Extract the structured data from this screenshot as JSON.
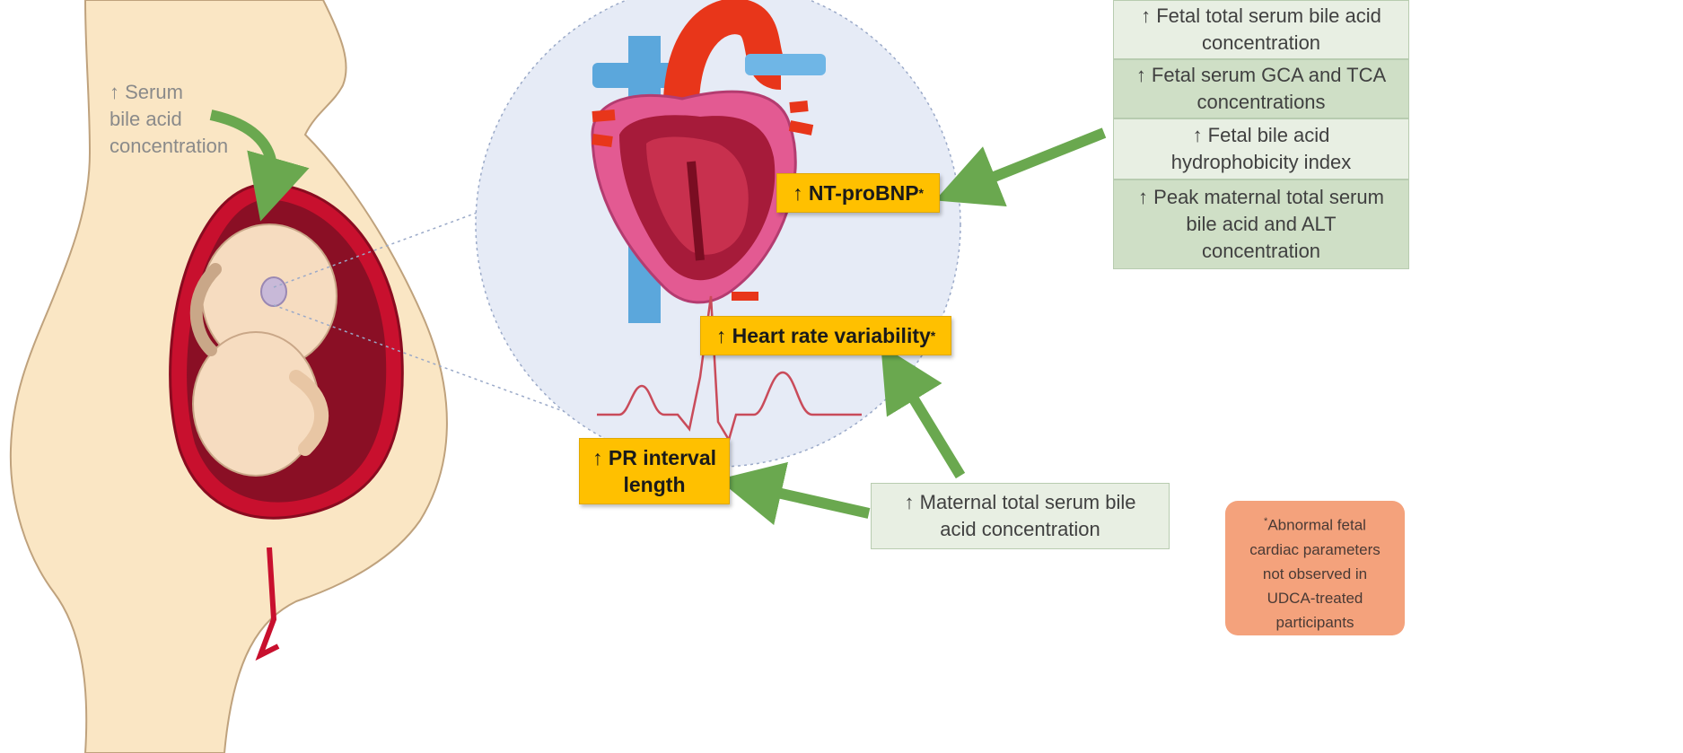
{
  "left": {
    "serum_label_line1": "↑ Serum",
    "serum_label_line2": "bile acid",
    "serum_label_line3": "concentration"
  },
  "fetal_boxes": [
    {
      "text_line1": "↑ Fetal total serum bile acid",
      "text_line2": "concentration"
    },
    {
      "text_line1": "↑ Fetal serum GCA and TCA",
      "text_line2": "concentrations"
    },
    {
      "text_line1": "↑ Fetal bile acid",
      "text_line2": "hydrophobicity index"
    },
    {
      "text_line1": "↑ Peak maternal total serum",
      "text_line2": "bile acid and ALT",
      "text_line3": "concentration"
    }
  ],
  "markers": {
    "ntprobnp": "↑ NT-proBNP",
    "hrv": "↑ Heart rate variability",
    "pr_line1": "↑ PR interval",
    "pr_line2": "length",
    "asterisk": "*"
  },
  "maternal_box": {
    "line1": "↑ Maternal total serum bile",
    "line2": "acid concentration"
  },
  "footnote": {
    "asterisk": "*",
    "line1": "Abnormal fetal",
    "line2": "cardiac parameters",
    "line3": "not observed in",
    "line4": "UDCA-treated",
    "line5": "participants"
  },
  "colors": {
    "arrow_green": "#6aa84f",
    "marker_yellow": "#ffc000",
    "note_salmon": "#f4a27c",
    "box_green_light": "#e8efe3",
    "box_green_dark": "#cfdfc6"
  }
}
